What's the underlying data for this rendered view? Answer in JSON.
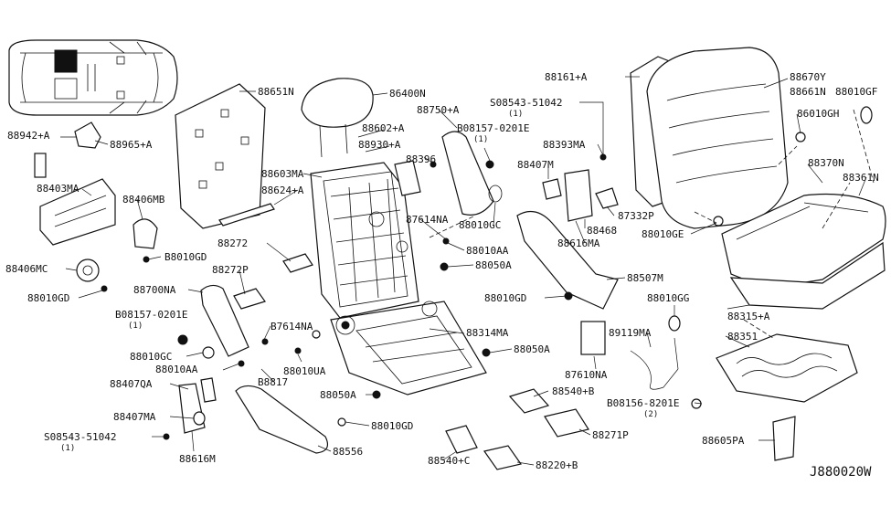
{
  "diagram_code": "J880020W",
  "parts": {
    "p88651N": "88651N",
    "p86400N": "86400N",
    "p88161A": "88161+A",
    "p88670Y": "88670Y",
    "p88661N": "88661N",
    "p88010GF": "88010GF",
    "p88942A": "88942+A",
    "p88965A": "88965+A",
    "p08543a": "S08543-51042",
    "p08543a_qty": "(1)",
    "p86010GH": "86010GH",
    "p88750A": "88750+A",
    "p88602A": "88602+A",
    "p08157a": "B08157-0201E",
    "p08157a_qty": "(1)",
    "p88403MA": "88403MA",
    "p88930A": "88930+A",
    "p88393MA": "88393MA",
    "p88396": "88396",
    "p88370N": "88370N",
    "p88361N": "88361N",
    "p88406MB": "88406MB",
    "p88603MA": "88603MA",
    "p88407M": "88407M",
    "p88624A": "88624+A",
    "p87332P": "87332P",
    "p88468": "88468",
    "p87614NA": "87614NA",
    "p88010GC": "88010GC",
    "p88616MA": "88616MA",
    "p88010GE": "88010GE",
    "p88010GDa": "B8010GD",
    "p88272": "88272",
    "p88010AA": "88010AA",
    "p88406MC": "88406MC",
    "p88050Aa": "88050A",
    "p88272P": "88272P",
    "p88507M": "88507M",
    "p88010GDb": "88010GD",
    "p88700NA": "88700NA",
    "p88010GDc": "88010GD",
    "p88010GG": "88010GG",
    "p88315A": "88315+A",
    "p08157b": "B08157-0201E",
    "p08157b_qty": "(1)",
    "p87614NAb": "B7614NA",
    "p88314MA": "88314MA",
    "p89119MA": "89119MA",
    "p88351": "88351",
    "p88010GCb": "88010GC",
    "p88050Ab": "88050A",
    "p88010AAb": "88010AA",
    "p88010UA": "88010UA",
    "p87610NA": "87610NA",
    "p88407QA": "88407QA",
    "p88817": "B8817",
    "p88540B": "88540+B",
    "p88050Ac": "88050A",
    "p08156": "B08156-8201E",
    "p08156_qty": "(2)",
    "p88407MA": "88407MA",
    "p88010GDd": "88010GD",
    "p88271P": "88271P",
    "p08543b": "S08543-51042",
    "p08543b_qty": "(1)",
    "p88605PA": "88605PA",
    "p88616M": "88616M",
    "p88556": "88556",
    "p88540C": "88540+C",
    "p88220B": "88220+B"
  }
}
